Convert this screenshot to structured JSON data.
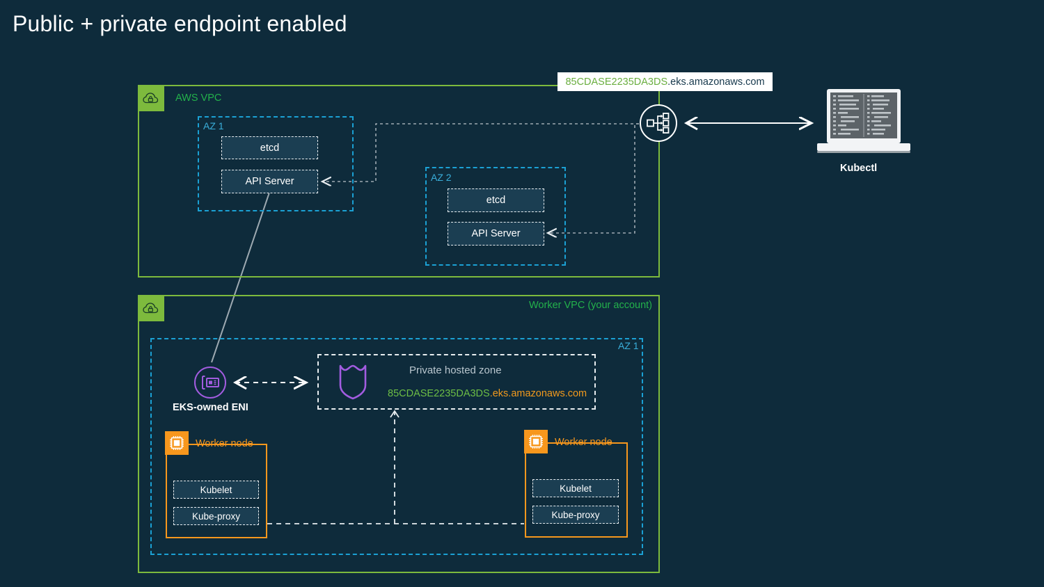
{
  "page": {
    "title": "Public + private endpoint enabled",
    "background_color": "#0E2B3B"
  },
  "colors": {
    "vpc_border": "#7DBA3D",
    "vpc_label": "#23B24B",
    "az_border": "#1BA1D4",
    "az_label": "#3AAFDB",
    "component_fill": "#1B3E52",
    "component_border": "#E8EDF0",
    "worker_orange": "#F7971D",
    "eni_purple": "#A25CE0",
    "route53_purple": "#A25CE0",
    "endpoint_green": "#6AAE3F",
    "endpoint_dark": "#16384C",
    "wire_white": "#E8EDF0",
    "wire_gray": "#9EAAB2"
  },
  "control_plane_vpc": {
    "label": "AWS VPC",
    "icon": "vpc-cloud-lock-icon",
    "azs": [
      {
        "label": "AZ 1",
        "components": [
          {
            "label": "etcd",
            "name": "etcd-box"
          },
          {
            "label": "API Server",
            "name": "api-server-box"
          }
        ]
      },
      {
        "label": "AZ 2",
        "components": [
          {
            "label": "etcd",
            "name": "etcd-box"
          },
          {
            "label": "API Server",
            "name": "api-server-box"
          }
        ]
      }
    ]
  },
  "endpoint": {
    "icon": "network-endpoint-icon",
    "domain_prefix": "85CDASE2235DA3DS",
    "domain_suffix": ".eks.amazonaws.com"
  },
  "client": {
    "icon": "laptop-icon",
    "label": "Kubectl"
  },
  "worker_vpc": {
    "label": "Worker VPC (your account)",
    "icon": "vpc-cloud-lock-icon",
    "az": {
      "label": "AZ 1"
    },
    "eni": {
      "icon": "network-interface-icon",
      "label": "EKS-owned ENI"
    },
    "private_hosted_zone": {
      "icon": "route53-shield-icon",
      "title": "Private hosted zone",
      "domain_prefix": "85CDASE2235DA3DS",
      "domain_suffix": ".eks.amazonaws.com"
    },
    "worker_nodes": [
      {
        "label": "Worker node",
        "icon": "ec2-chip-icon",
        "components": [
          {
            "label": "Kubelet",
            "name": "kubelet-box"
          },
          {
            "label": "Kube-proxy",
            "name": "kube-proxy-box"
          }
        ]
      },
      {
        "label": "Worker node",
        "icon": "ec2-chip-icon",
        "components": [
          {
            "label": "Kubelet",
            "name": "kubelet-box"
          },
          {
            "label": "Kube-proxy",
            "name": "kube-proxy-box"
          }
        ]
      }
    ]
  }
}
